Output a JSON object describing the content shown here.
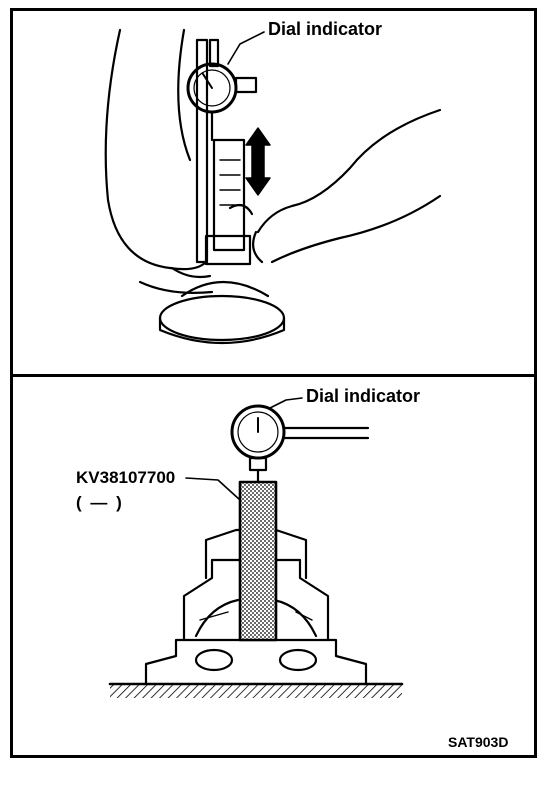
{
  "top_panel": {
    "callout_label": "Dial indicator"
  },
  "bottom_panel": {
    "callout_label": "Dial indicator",
    "tool_number": "KV38107700",
    "tool_alt": "( — )"
  },
  "figure_code": "SAT903D",
  "colors": {
    "line": "#000000",
    "background": "#ffffff"
  }
}
